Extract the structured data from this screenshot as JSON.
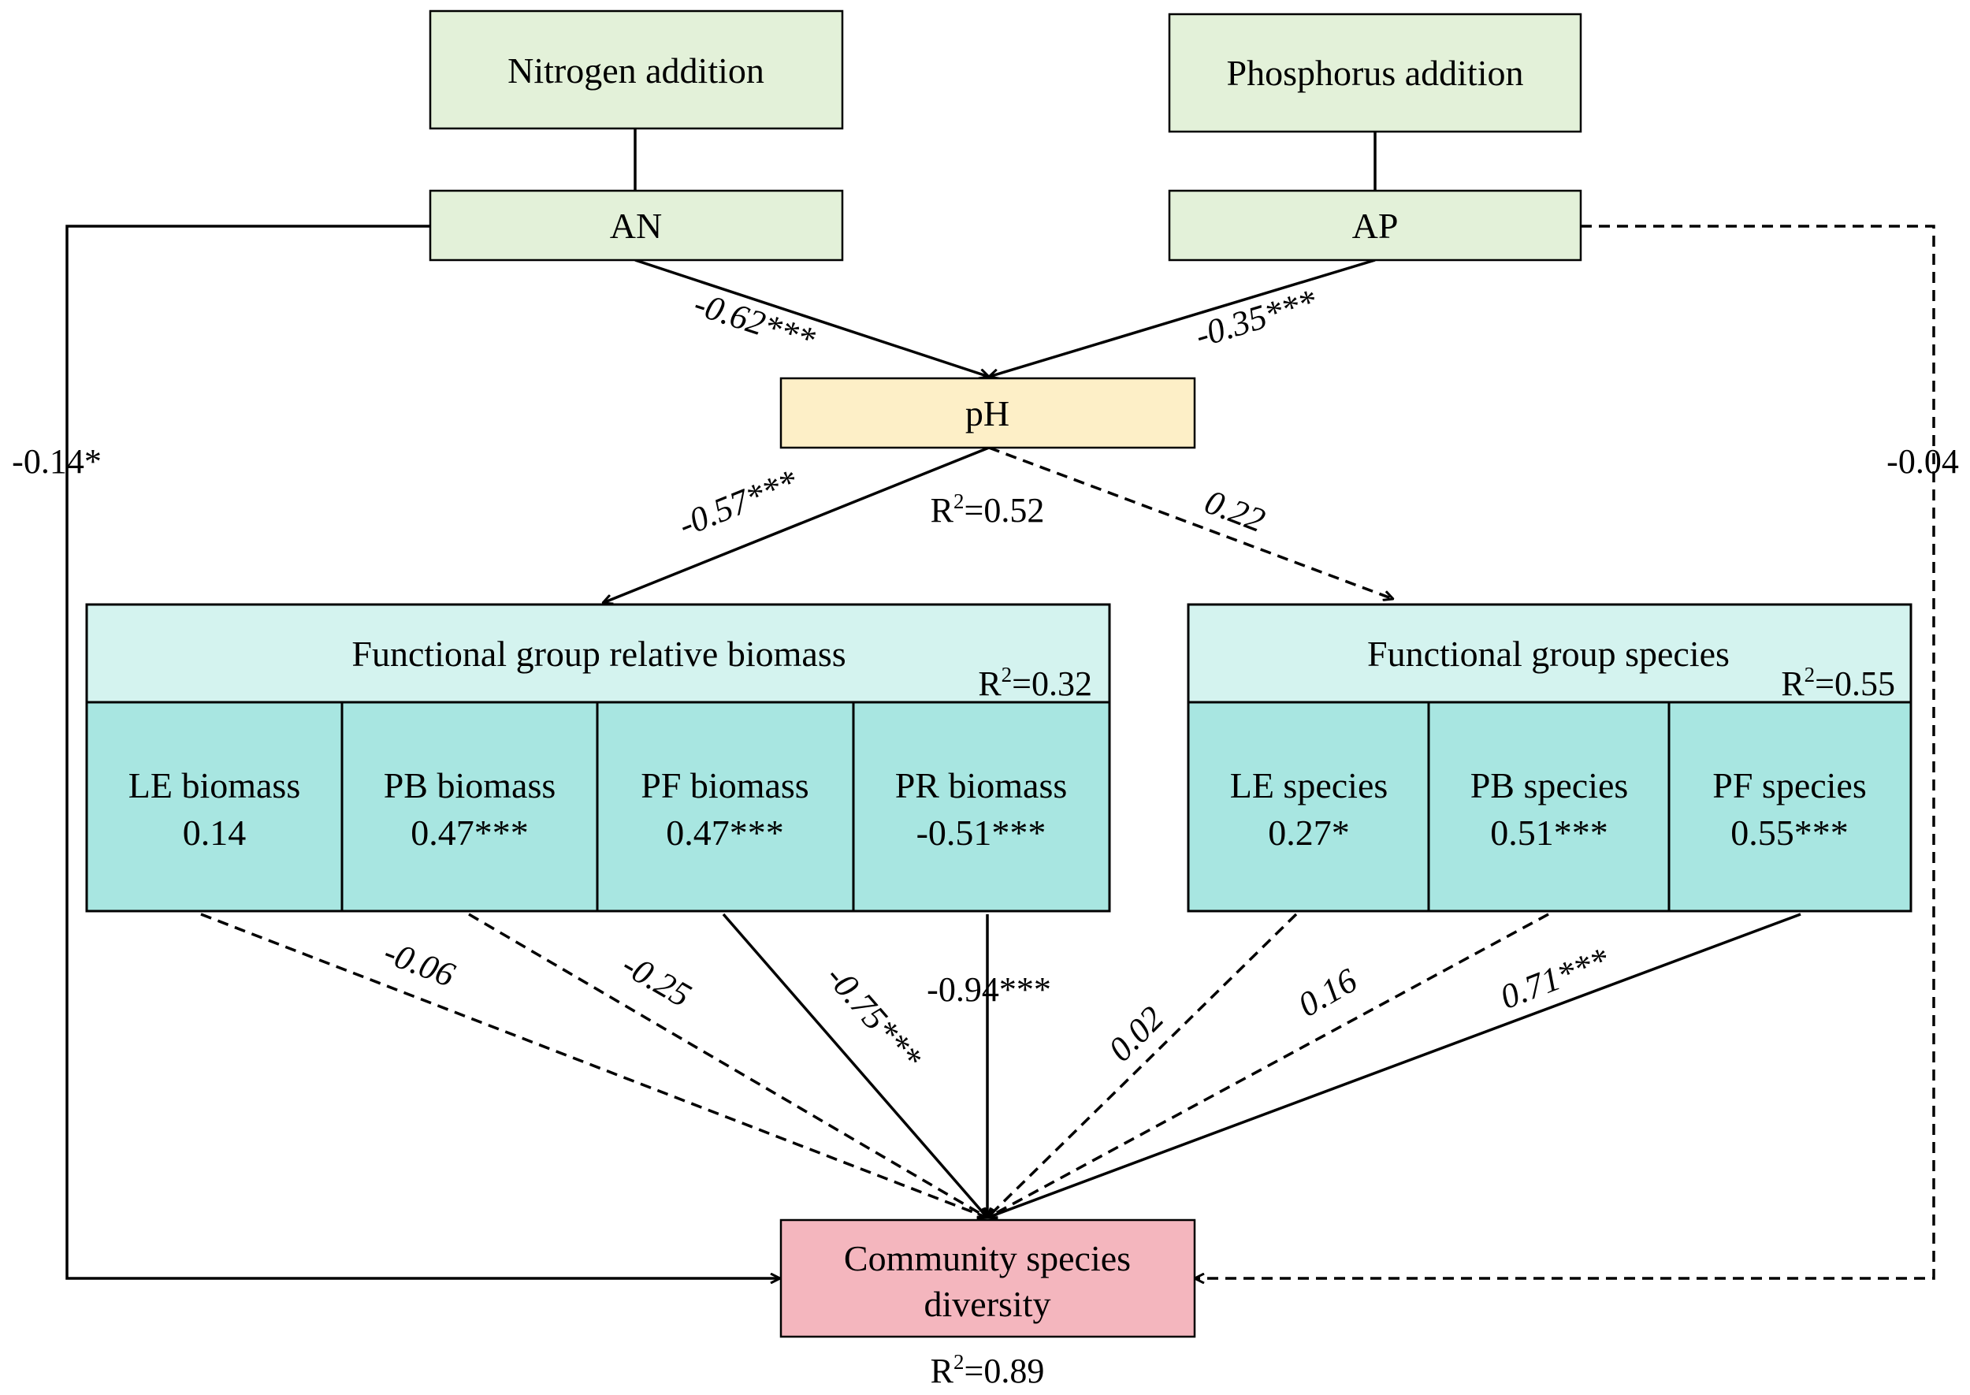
{
  "nodes": {
    "nitrogen": "Nitrogen addition",
    "phosphorus": "Phosphorus addition",
    "an": "AN",
    "ap": "AP",
    "ph": "pH",
    "community_line1": "Community species",
    "community_line2": "diversity"
  },
  "panels": {
    "biomass": {
      "title": "Functional group relative biomass",
      "r2_prefix": "R",
      "r2_sup": "2",
      "r2_value": "=0.32",
      "cells": [
        {
          "name": "LE biomass",
          "value": "0.14"
        },
        {
          "name": "PB biomass",
          "value": "0.47***"
        },
        {
          "name": "PF biomass",
          "value": "0.47***"
        },
        {
          "name": "PR biomass",
          "value": "-0.51***"
        }
      ]
    },
    "species": {
      "title": "Functional group species",
      "r2_prefix": "R",
      "r2_sup": "2",
      "r2_value": "=0.55",
      "cells": [
        {
          "name": "LE species",
          "value": "0.27*"
        },
        {
          "name": "PB species",
          "value": "0.51***"
        },
        {
          "name": "PF species",
          "value": "0.55***"
        }
      ]
    }
  },
  "r2": {
    "ph": {
      "prefix": "R",
      "sup": "2",
      "value": "=0.52"
    },
    "community": {
      "prefix": "R",
      "sup": "2",
      "value": "=0.89"
    }
  },
  "paths": {
    "an_to_ph": "-0.62***",
    "ap_to_ph": "-0.35***",
    "ph_to_biomass": "-0.57***",
    "ph_to_species": "0.22",
    "an_to_community": "-0.14*",
    "ap_to_community": "-0.04",
    "le_biomass_to_community": "-0.06",
    "pb_biomass_to_community": "-0.25",
    "pf_biomass_to_community": "-0.75***",
    "pr_biomass_to_community": "-0.94***",
    "le_species_to_community": "0.02",
    "pb_species_to_community": "0.16",
    "pf_species_to_community": "0.71***"
  },
  "colors": {
    "treatment_fill": "#e3f1d9",
    "ph_fill": "#fdefc7",
    "panel_header_fill": "#d4f3ef",
    "panel_cell_fill": "#a8e6e1",
    "community_fill": "#f4b6be",
    "line": "#000000"
  }
}
